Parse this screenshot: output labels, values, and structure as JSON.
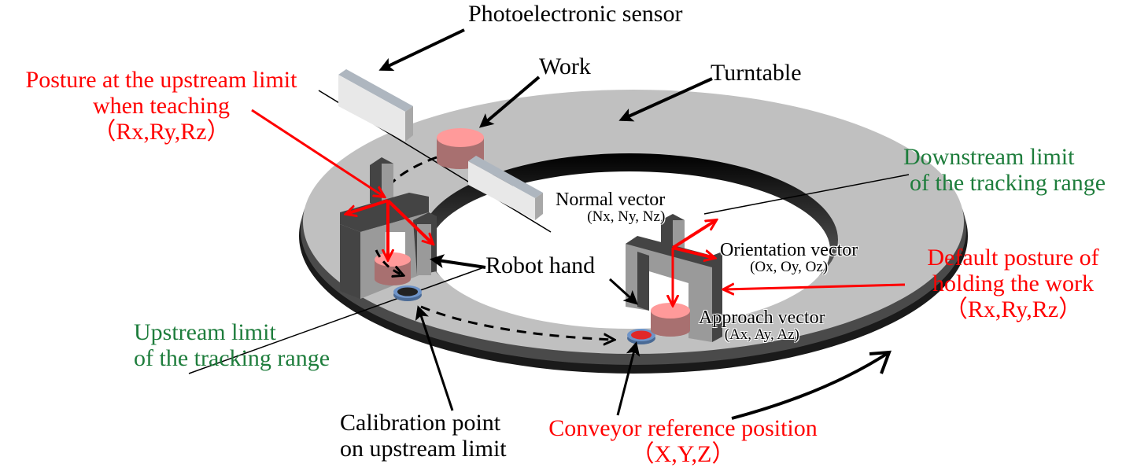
{
  "diagram": {
    "title": "Turntable conveyor tracking setup",
    "labels": {
      "photoelectronic_sensor": "Photoelectronic sensor",
      "work": "Work",
      "turntable": "Turntable",
      "posture_upstream": {
        "line1": "Posture at the upstream limit",
        "line2": "when teaching",
        "line3": "（Rx,Ry,Rz）"
      },
      "downstream_limit": {
        "line1": "Downstream limit",
        "line2": "of the tracking range"
      },
      "normal_vector": {
        "line1": "Normal vector",
        "line2": "(Nx, Ny, Nz)"
      },
      "orientation_vector": {
        "line1": "Orientation vector",
        "line2": "(Ox, Oy, Oz)"
      },
      "default_posture": {
        "line1": "Default posture of",
        "line2": "holding the work",
        "line3": "（Rx,Ry,Rz）"
      },
      "robot_hand": "Robot hand",
      "approach_vector": {
        "line1": "Approach vector",
        "line2": "(Ax, Ay, Az)"
      },
      "upstream_limit": {
        "line1": "Upstream limit",
        "line2": "of the tracking range"
      },
      "calibration_point": {
        "line1": "Calibration point",
        "line2": "on upstream limit"
      },
      "conveyor_reference": {
        "line1": "Conveyor reference position",
        "line2": "（X,Y,Z）"
      }
    },
    "colors": {
      "annotation_red": "#ff0000",
      "annotation_green": "#1e7d3c",
      "turntable": "#c0c0c0",
      "work": "#ff9a9a",
      "calibration_marker": "#222222",
      "reference_marker": "#e02828"
    }
  }
}
